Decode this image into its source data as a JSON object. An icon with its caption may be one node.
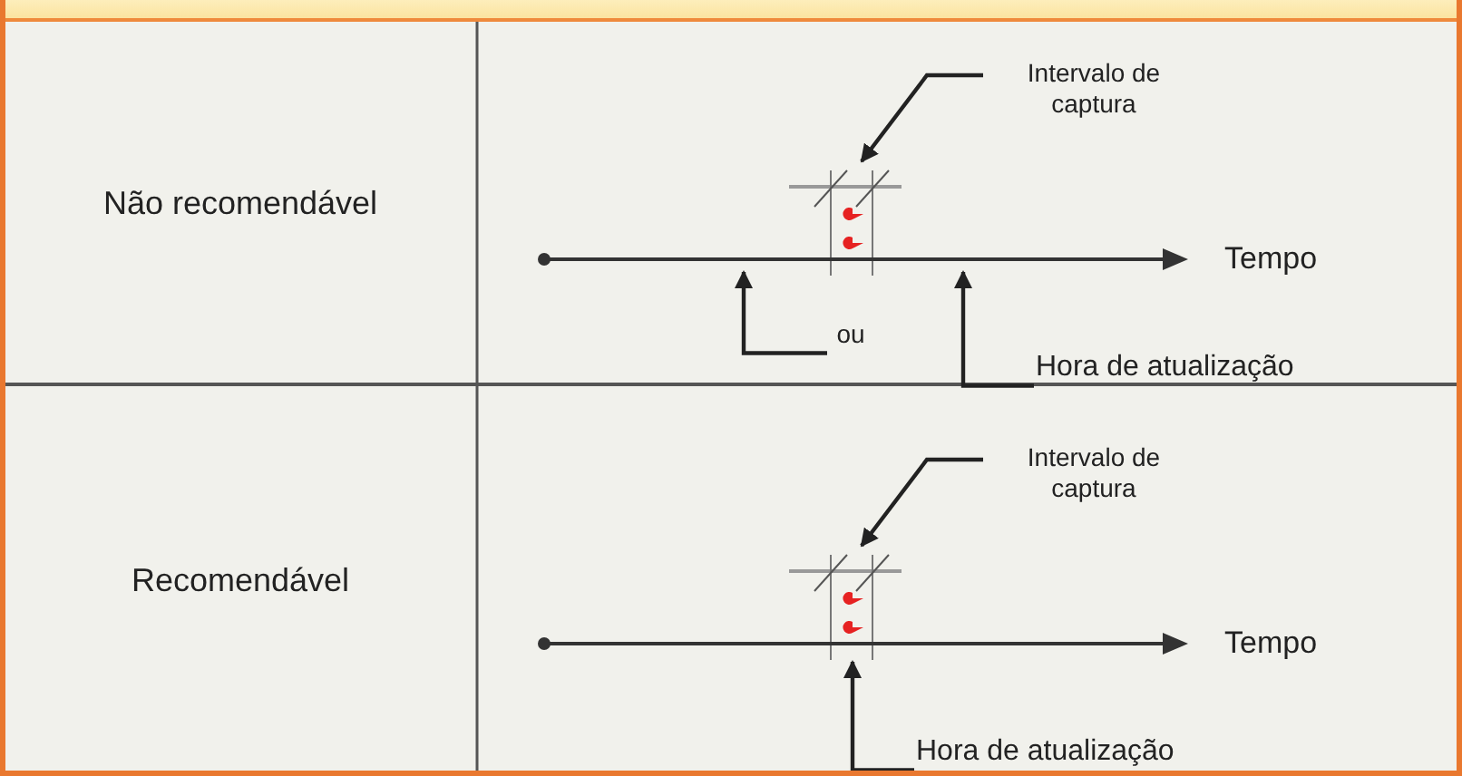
{
  "diagram": {
    "nodes": [
      {
        "text": [
          "Não recomendável"
        ]
      },
      {
        "text": [],
        "shape": "box"
      },
      {
        "text": [
          "Intervalo de captura"
        ]
      },
      {
        "text": [],
        "shape": "arrow"
      },
      {
        "text": [
          "ou"
        ]
      },
      {
        "text": [
          "Hora de atualização"
        ]
      },
      {
        "text": [
          "Recomendável"
        ]
      },
      {
        "text": [],
        "shape": "box"
      },
      {
        "text": [
          "Intervalo de captura"
        ]
      },
      {
        "text": [],
        "shape": "arrow"
      },
      {
        "text": [
          "Hora de atualização"
        ]
      }
    ],
    "edges": [
      {
        "from": 2,
        "to": 1,
        "arrow": "to"
      },
      {
        "from": 4,
        "to": 3,
        "arrow": "to"
      },
      {
        "from": 5,
        "to": 3,
        "arrow": "to"
      },
      {
        "from": 8,
        "to": 7,
        "arrow": "to"
      },
      {
        "from": 10,
        "to": 7,
        "arrow": "to"
      }
    ],
    "labels": [
      "Tempo",
      "Tempo"
    ]
  }
}
